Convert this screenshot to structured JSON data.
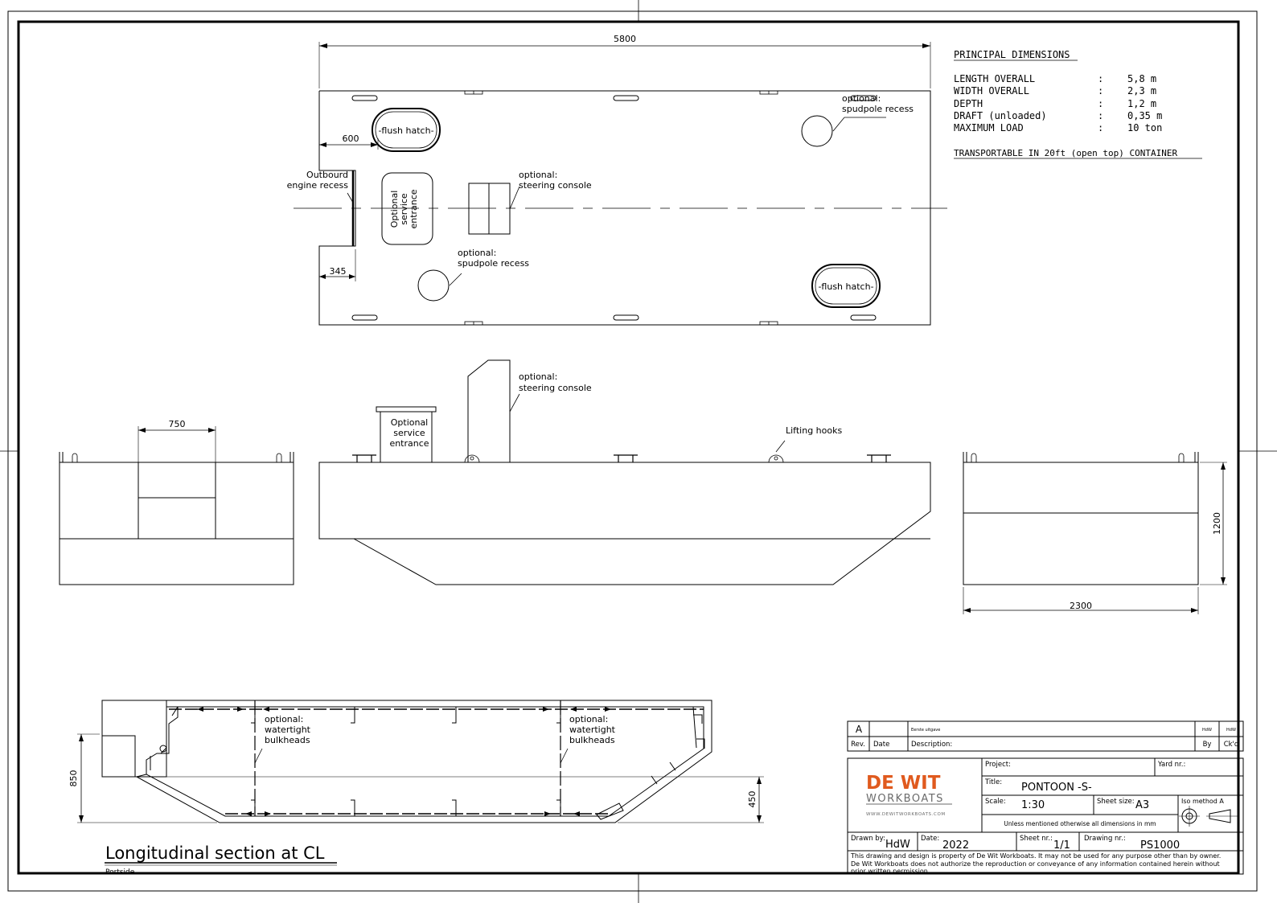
{
  "principal_dimensions": {
    "heading": "PRINCIPAL DIMENSIONS",
    "rows": [
      {
        "label": "LENGTH OVERALL",
        "sep": ":",
        "value": "5,8 m"
      },
      {
        "label": "WIDTH OVERALL",
        "sep": ":",
        "value": "2,3 m"
      },
      {
        "label": "DEPTH",
        "sep": ":",
        "value": "1,2 m"
      },
      {
        "label": "DRAFT (unloaded)",
        "sep": ":",
        "value": "0,35 m"
      },
      {
        "label": "MAXIMUM  LOAD",
        "sep": ":",
        "value": "10 ton"
      }
    ],
    "note": "TRANSPORTABLE  IN  20ft  (open  top)  CONTAINER"
  },
  "plan_view": {
    "dim_length": "5800",
    "dim_600": "600",
    "dim_345": "345",
    "flush_hatch": "-flush hatch-",
    "spud_recess_1": "optional:",
    "spud_recess_2": "spudpole recess",
    "steering_1": "optional:",
    "steering_2": "steering console",
    "outboard_1": "Outbourd",
    "outboard_2": "engine recess",
    "service_1": "Optional",
    "service_2": "service",
    "service_3": "entrance"
  },
  "side_view": {
    "steering_1": "optional:",
    "steering_2": "steering console",
    "service_1": "Optional",
    "service_2": "service",
    "service_3": "entrance",
    "lifting": "Lifting hooks"
  },
  "aft_view": {
    "dim_750": "750"
  },
  "front_view": {
    "dim_1200": "1200",
    "dim_2300": "2300"
  },
  "section_view": {
    "title": "Longitudinal section at CL",
    "subtitle": "Portside",
    "bulkhead_1": "optional:",
    "bulkhead_2": "watertight",
    "bulkhead_3": "bulkheads",
    "dim_850": "850",
    "dim_450": "450"
  },
  "title_block": {
    "rev_letter": "A",
    "rev_desc": "Eerste uitgave",
    "rev_small_1": "HdW",
    "rev_small_2": "HdW",
    "rev_header": "Rev.",
    "date_header": "Date",
    "desc_header": "Description:",
    "by_header": "By",
    "ckd_header": "Ck'd",
    "project_label": "Project:",
    "yard_label": "Yard nr.:",
    "title_label": "Title:",
    "title_value": "PONTOON -S-",
    "scale_label": "Scale:",
    "scale_value": "1:30",
    "sheetsize_label": "Sheet size:",
    "sheetsize_value": "A3",
    "iso_label": "Iso method A",
    "units_note": "Unless mentioned otherwise all dimensions in mm",
    "drawnby_label": "Drawn by:",
    "drawnby_value": "HdW",
    "date_label": "Date:",
    "date_value": "2022",
    "sheetnr_label": "Sheet nr.:",
    "sheetnr_value": "1/1",
    "drawingnr_label": "Drawing nr.:",
    "drawingnr_value": "PS1000",
    "logo_main": "DE WIT",
    "logo_sub": "WORKBOATS",
    "logo_url": "WWW.DEWITWORKBOATS.COM",
    "disclaimer_1": "This drawing and design is property of De Wit Workboats. It may not be used for any purpose other than by owner.",
    "disclaimer_2": "De Wit Workboats does not authorize the reproduction or conveyance of any information contained herein without",
    "disclaimer_3": "prior written permission."
  },
  "colors": {
    "logo_red": "#e05a1e",
    "logo_grey": "#6b6b6b",
    "line": "#000000"
  }
}
